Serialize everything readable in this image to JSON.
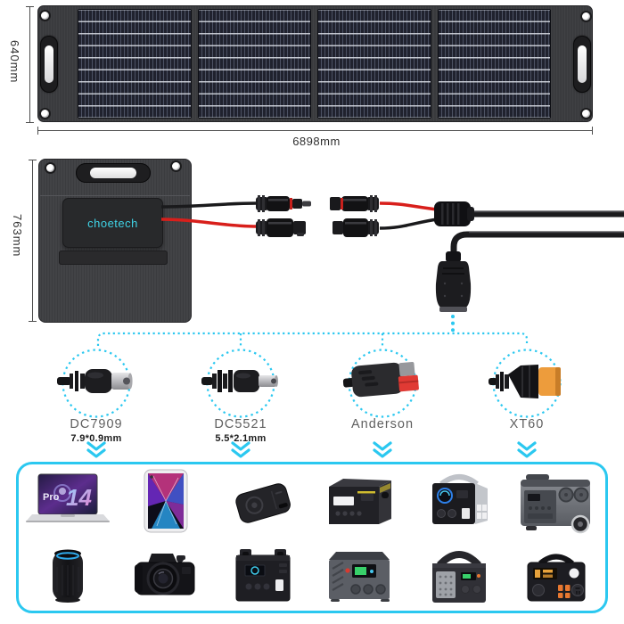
{
  "title": "choetech foldable solar panel connection infographic",
  "colors": {
    "accent_cyan": "#2BC8F0",
    "logo_cyan": "#3FD3E6",
    "wire_red": "#D81F1B",
    "wire_black": "#1A1A1C",
    "xt60_orange": "#ED9C3C",
    "anderson_red": "#E03A34"
  },
  "unfolded_panel": {
    "height_label": "640mm",
    "width_label": "6898mm",
    "sections": 4
  },
  "folded_panel": {
    "height_label": "763mm",
    "logo_text": "choetech"
  },
  "cable_assembly": {
    "items": [
      "mc4-connector-pair-from-panel",
      "mc4-connector-pair-to-splitter",
      "y-splitter",
      "dc-output-adapter"
    ]
  },
  "connector_options": [
    {
      "name": "DC7909",
      "spec": "7.9*0.9mm",
      "icon": "dc7909-barrel-connector-icon"
    },
    {
      "name": "DC5521",
      "spec": "5.5*2.1mm",
      "icon": "dc5521-barrel-connector-icon"
    },
    {
      "name": "Anderson",
      "spec": "",
      "icon": "anderson-connector-icon"
    },
    {
      "name": "XT60",
      "spec": "",
      "icon": "xt60-connector-icon"
    }
  ],
  "flow_icons": {
    "down_arrow": "double-chevron-down-icon"
  },
  "laptop_screen": {
    "line1": "Pro",
    "line2": "14"
  },
  "compatible_devices": [
    "laptop",
    "tablet",
    "power-bank",
    "portable-power-station-black",
    "portable-power-station-silver-handle",
    "portable-power-station-wheeled",
    "smart-speaker",
    "camera",
    "power-station-cube",
    "power-station-green-display",
    "power-station-arch-handle",
    "power-station-orange-outlets"
  ]
}
